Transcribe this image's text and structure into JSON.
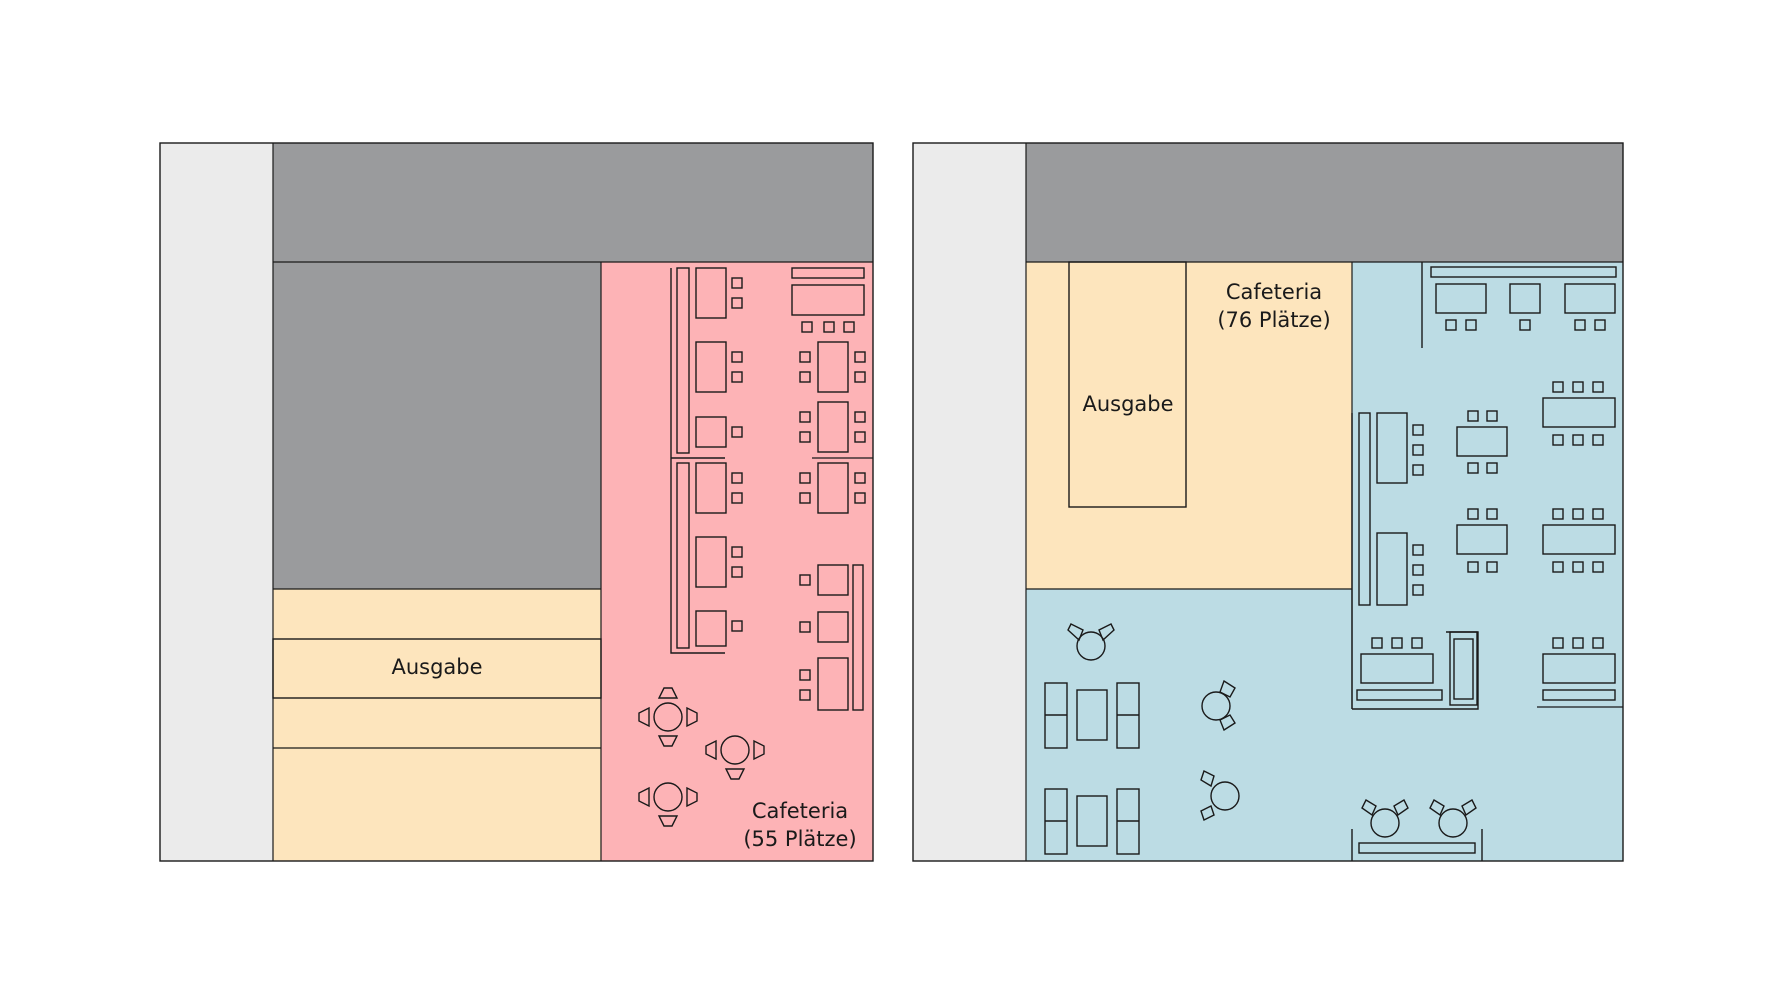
{
  "colors": {
    "corridor": "#ebebeb",
    "building": "#9a9b9d",
    "serving": "#fde5bd",
    "cafeteria_before": "#fdb3b6",
    "cafeteria_after": "#bcdce4",
    "outline": "#1a1a1a"
  },
  "plans": [
    {
      "serving_label": "Ausgabe",
      "cafeteria_label_line1": "Cafeteria",
      "cafeteria_label_line2": "(55 Plätze)"
    },
    {
      "serving_label": "Ausgabe",
      "cafeteria_label_line1": "Cafeteria",
      "cafeteria_label_line2": "(76 Plätze)"
    }
  ],
  "icons": [
    "table-icon",
    "chair-icon",
    "round-table-icon",
    "bench-icon"
  ]
}
